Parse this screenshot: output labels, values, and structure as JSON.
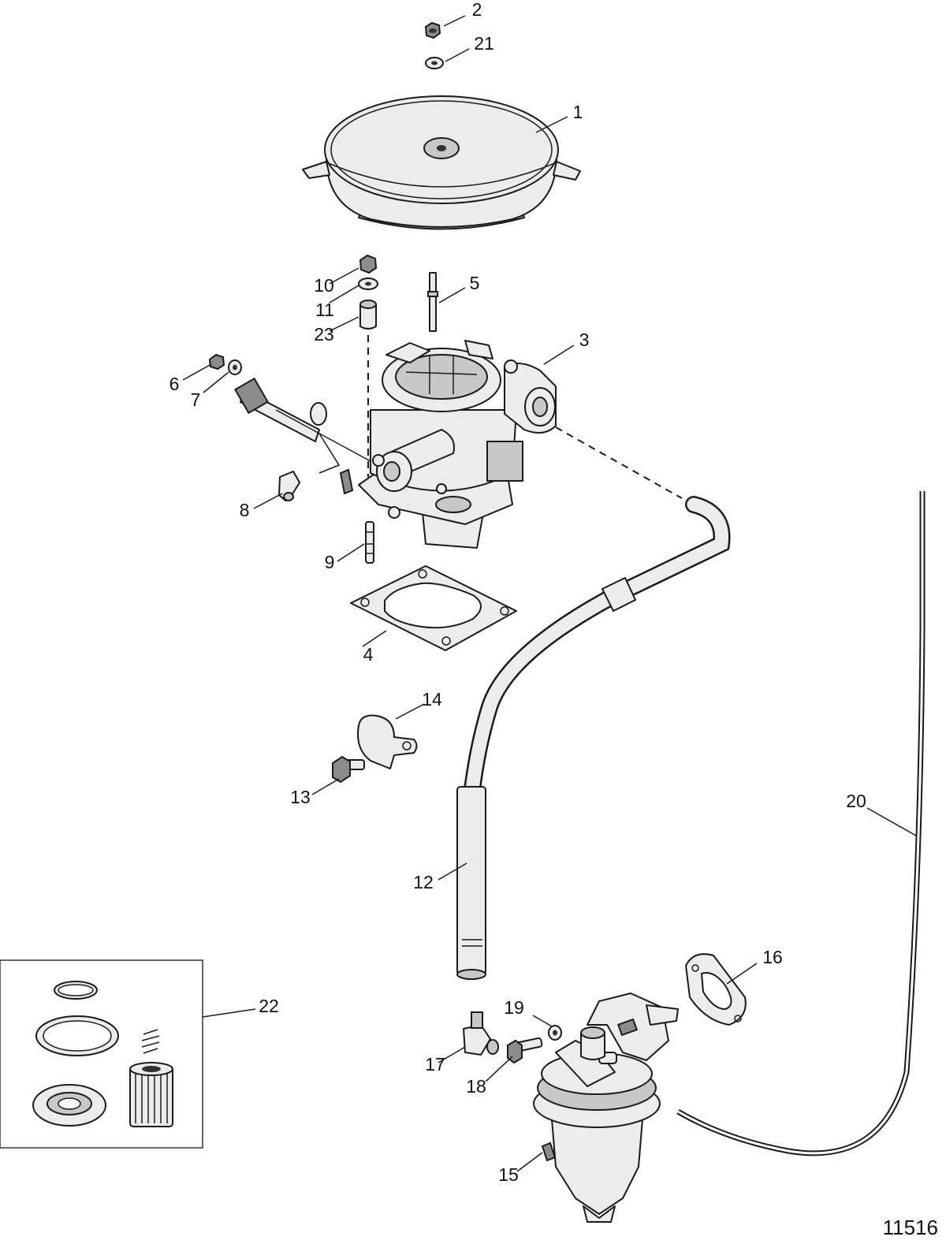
{
  "figure_number": "11516",
  "callouts": [
    {
      "id": "c1",
      "label": "1"
    },
    {
      "id": "c2",
      "label": "2"
    },
    {
      "id": "c3",
      "label": "3"
    },
    {
      "id": "c4",
      "label": "4"
    },
    {
      "id": "c5",
      "label": "5"
    },
    {
      "id": "c6",
      "label": "6"
    },
    {
      "id": "c7",
      "label": "7"
    },
    {
      "id": "c8",
      "label": "8"
    },
    {
      "id": "c9",
      "label": "9"
    },
    {
      "id": "c10",
      "label": "10"
    },
    {
      "id": "c11",
      "label": "11"
    },
    {
      "id": "c12",
      "label": "12"
    },
    {
      "id": "c13",
      "label": "13"
    },
    {
      "id": "c14",
      "label": "14"
    },
    {
      "id": "c15",
      "label": "15"
    },
    {
      "id": "c16",
      "label": "16"
    },
    {
      "id": "c17",
      "label": "17"
    },
    {
      "id": "c18",
      "label": "18"
    },
    {
      "id": "c19",
      "label": "19"
    },
    {
      "id": "c20",
      "label": "20"
    },
    {
      "id": "c21",
      "label": "21"
    },
    {
      "id": "c22",
      "label": "22"
    },
    {
      "id": "c23",
      "label": "23"
    }
  ]
}
